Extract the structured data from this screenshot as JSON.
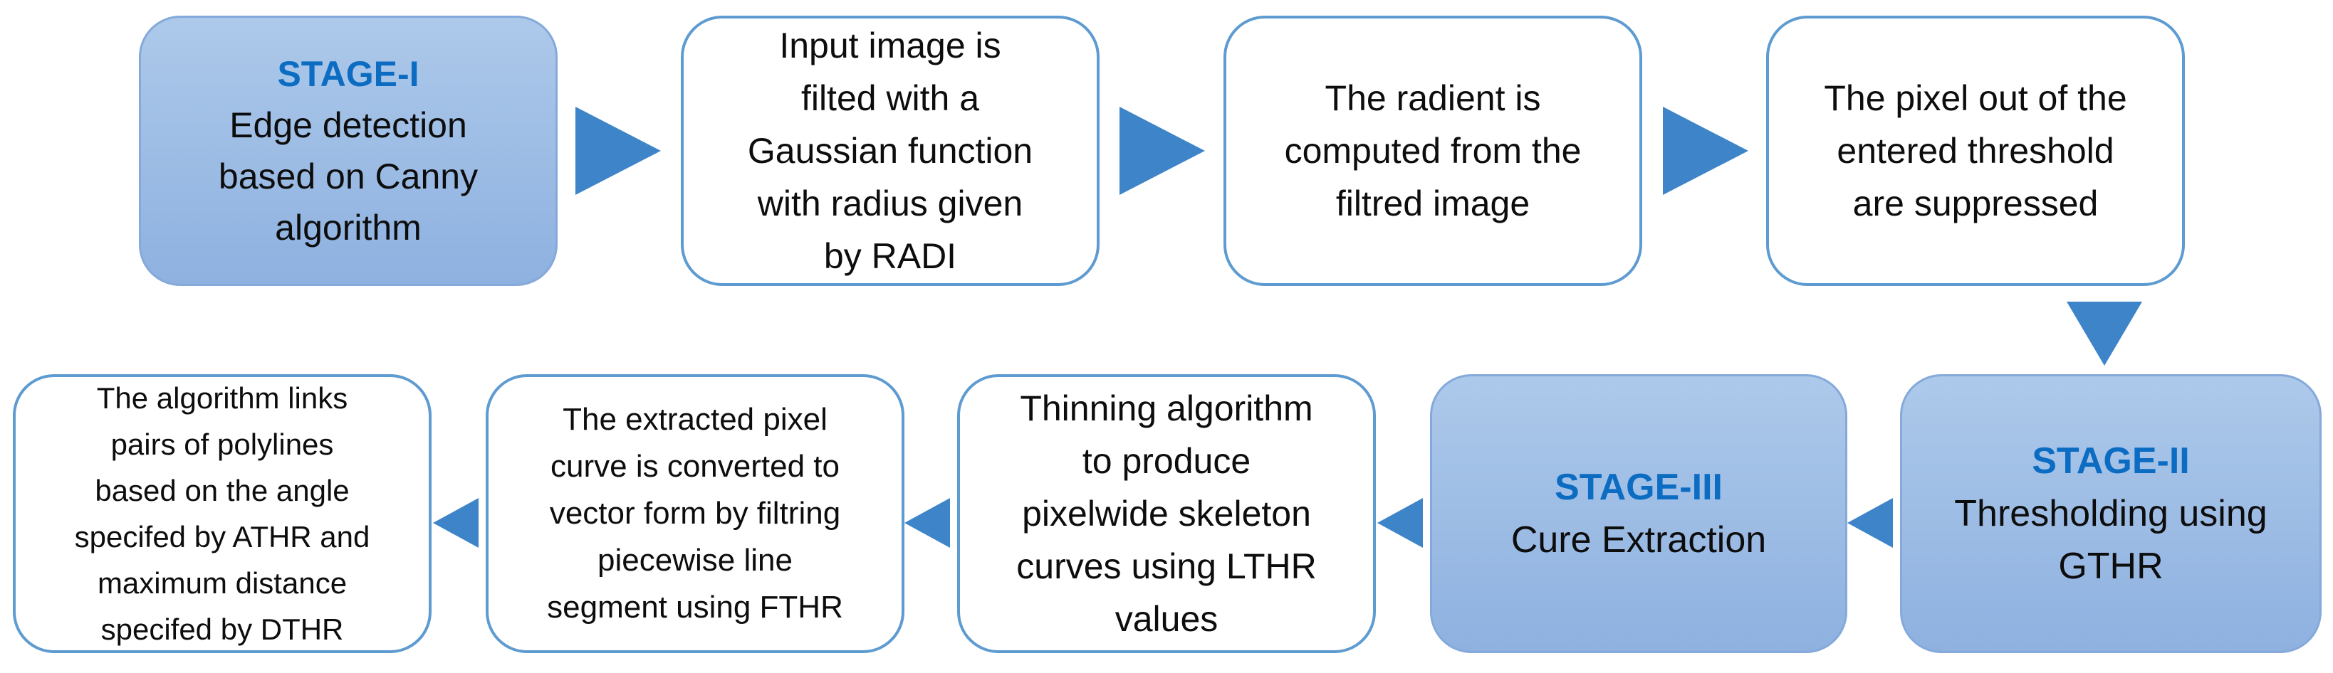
{
  "stages": {
    "stage1": {
      "title": "STAGE-I",
      "lines": [
        "Edge detection",
        "based on Canny",
        "algorithm"
      ]
    },
    "stage2": {
      "title": "STAGE-II",
      "lines": [
        "Thresholding using",
        "GTHR"
      ]
    },
    "stage3": {
      "title": "STAGE-III",
      "lines": [
        "Cure Extraction"
      ]
    }
  },
  "steps": {
    "gaussian_filter": [
      "Input image is",
      "filted with a",
      "Gaussian function",
      "with radius given",
      "by RADI"
    ],
    "gradient": [
      "The radient is",
      "computed from the",
      "filtred image"
    ],
    "suppression": [
      "The pixel out of the",
      "entered threshold",
      "are suppressed"
    ],
    "thinning": [
      "Thinning algorithm",
      "to produce",
      "pixelwide skeleton",
      "curves using LTHR",
      "values"
    ],
    "vectorization": [
      "The extracted pixel",
      "curve is converted to",
      "vector form by filtring",
      "piecewise line",
      "segment using FTHR"
    ],
    "linking": [
      "The algorithm links",
      "pairs of polylines",
      "based on the angle",
      "specifed by ATHR and",
      "maximum distance",
      "specifed by DTHR"
    ]
  },
  "colors": {
    "stage_title": "#0b6cc2",
    "box_border": "#5e9bd1",
    "stage_fill": "#9bbce6",
    "arrow": "#3d85c8"
  }
}
